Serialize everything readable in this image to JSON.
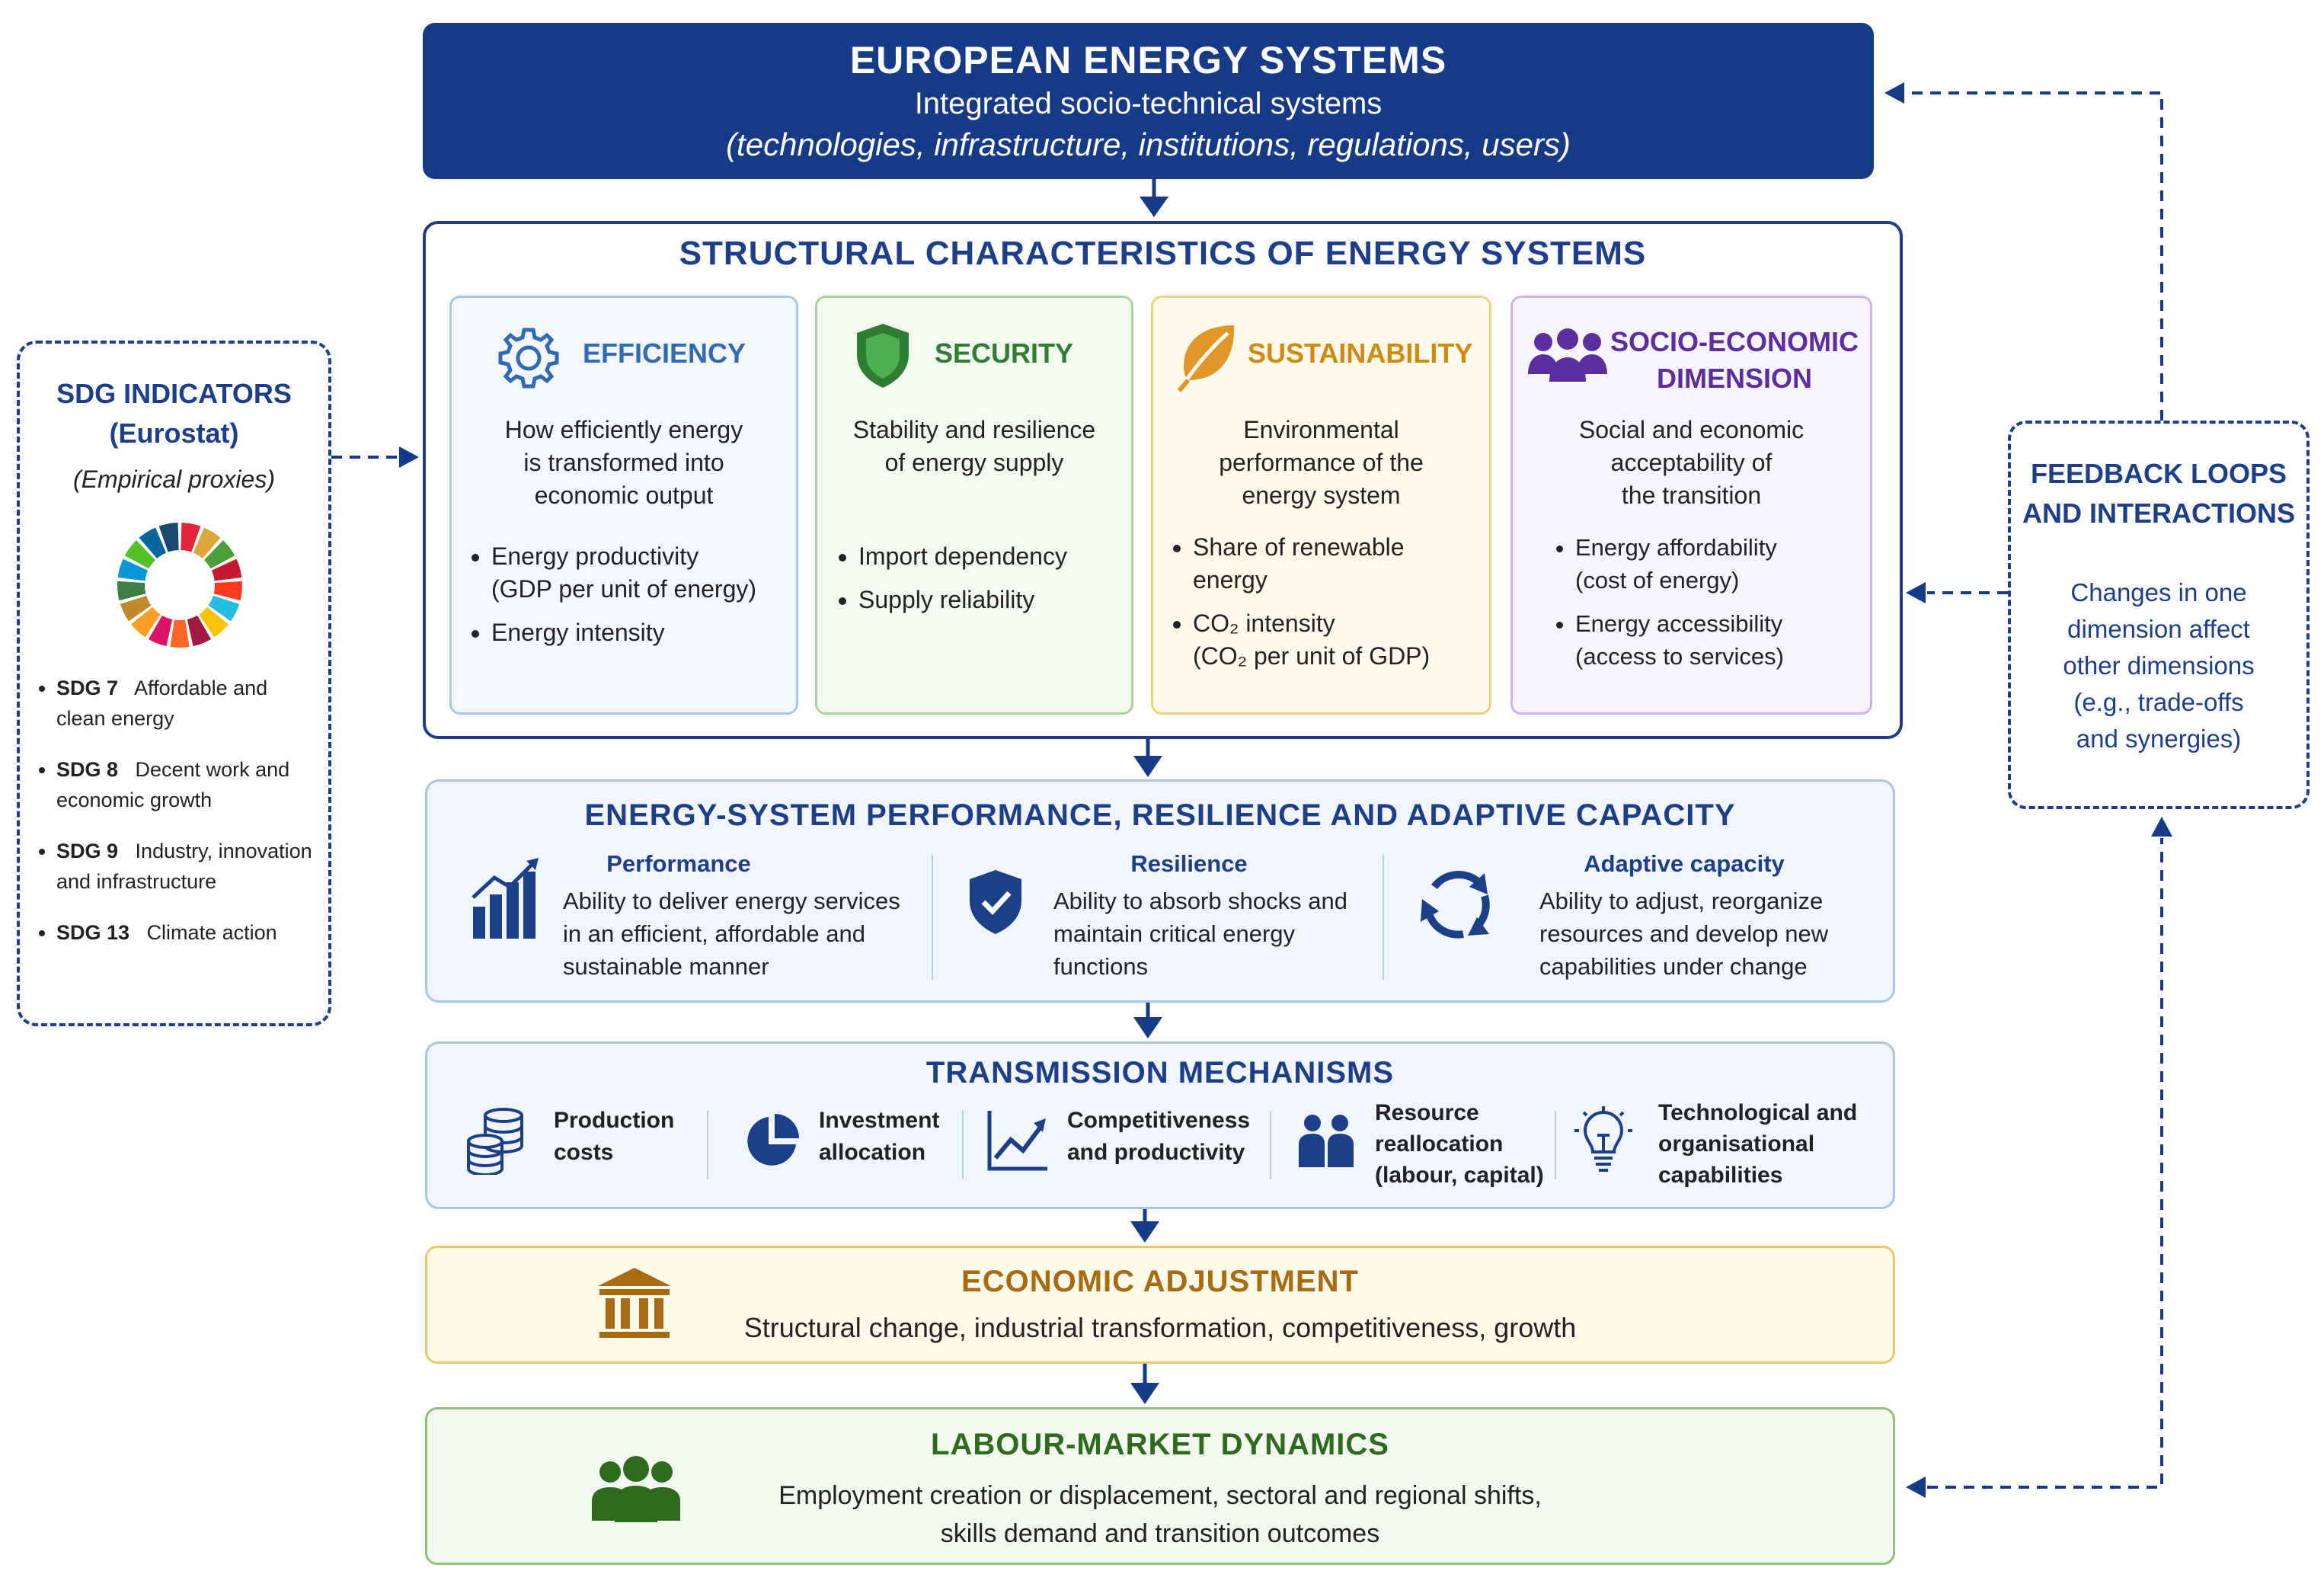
{
  "colors": {
    "navy": "#173a86",
    "efficiency": "#3b78c4",
    "security": "#2e7d32",
    "sustainability": "#d08a12",
    "socio": "#5b2fa0",
    "economic": "#a86a12",
    "labour": "#2e6b1e"
  },
  "top": {
    "title": "EUROPEAN ENERGY SYSTEMS",
    "subtitle": "Integrated socio-technical systems",
    "detail": "(technologies, infrastructure, institutions, regulations, users)"
  },
  "structural": {
    "title": "STRUCTURAL CHARACTERISTICS OF ENERGY SYSTEMS",
    "cards": [
      {
        "title": "EFFICIENCY",
        "icon": "gear-icon",
        "desc": [
          "How efficiently energy",
          "is transformed into",
          "economic output"
        ],
        "bullets": [
          [
            "Energy productivity",
            "(GDP per unit of energy)"
          ],
          [
            "Energy intensity"
          ]
        ]
      },
      {
        "title": "SECURITY",
        "icon": "shield-icon",
        "desc": [
          "Stability and resilience",
          "of energy supply"
        ],
        "bullets": [
          [
            "Import dependency"
          ],
          [
            "Supply reliability"
          ]
        ]
      },
      {
        "title": "SUSTAINABILITY",
        "icon": "leaf-icon",
        "desc": [
          "Environmental",
          "performance of the",
          "energy system"
        ],
        "bullets": [
          [
            "Share of renewable",
            "energy"
          ],
          [
            "CO₂ intensity",
            "(CO₂ per unit of GDP)"
          ]
        ]
      },
      {
        "title": [
          "SOCIO-ECONOMIC",
          "DIMENSION"
        ],
        "icon": "people-icon",
        "desc": [
          "Social and economic",
          "acceptability of",
          "the transition"
        ],
        "bullets": [
          [
            "Energy affordability",
            "(cost of energy)"
          ],
          [
            "Energy accessibility",
            "(access to services)"
          ]
        ]
      }
    ]
  },
  "sdg": {
    "title": [
      "SDG INDICATORS",
      "(Eurostat)"
    ],
    "subtitle": "(Empirical proxies)",
    "items": [
      {
        "code": "SDG 7",
        "label": [
          "Affordable and",
          "clean energy"
        ]
      },
      {
        "code": "SDG 8",
        "label": [
          "Decent work and",
          "economic growth"
        ]
      },
      {
        "code": "SDG 9",
        "label": [
          "Industry, innovation",
          "and infrastructure"
        ]
      },
      {
        "code": "SDG 13",
        "label": [
          "Climate action"
        ]
      }
    ],
    "wheel_colors": [
      "#e5243b",
      "#dda63a",
      "#4c9f38",
      "#c5192d",
      "#ff3a21",
      "#26bde2",
      "#fcc30b",
      "#a21942",
      "#fd6925",
      "#dd1367",
      "#fd9d24",
      "#bf8b2e",
      "#3f7e44",
      "#0a97d9",
      "#56c02b",
      "#00689d",
      "#19486a"
    ]
  },
  "feedback": {
    "title": [
      "FEEDBACK LOOPS",
      "AND INTERACTIONS"
    ],
    "desc": [
      "Changes in one",
      "dimension affect",
      "other dimensions",
      "(e.g., trade-offs",
      "and synergies)"
    ]
  },
  "performance": {
    "title": "ENERGY-SYSTEM PERFORMANCE, RESILIENCE AND ADAPTIVE CAPACITY",
    "columns": [
      {
        "title": "Performance",
        "icon": "bar-chart-icon",
        "desc": [
          "Ability to deliver energy services",
          "in an efficient, affordable and",
          "sustainable manner"
        ]
      },
      {
        "title": "Resilience",
        "icon": "shield-check-icon",
        "desc": [
          "Ability to absorb shocks and",
          "maintain critical energy",
          "functions"
        ]
      },
      {
        "title": "Adaptive capacity",
        "icon": "refresh-icon",
        "desc": [
          "Ability to adjust, reorganize",
          "resources and develop new",
          "capabilities under change"
        ]
      }
    ]
  },
  "transmission": {
    "title": "TRANSMISSION MECHANISMS",
    "items": [
      {
        "icon": "coins-icon",
        "label": [
          "Production",
          "costs"
        ]
      },
      {
        "icon": "pie-chart-icon",
        "label": [
          "Investment",
          "allocation"
        ]
      },
      {
        "icon": "trend-chart-icon",
        "label": [
          "Competitiveness",
          "and productivity"
        ]
      },
      {
        "icon": "workers-icon",
        "label": [
          "Resource",
          "reallocation",
          "(labour, capital)"
        ]
      },
      {
        "icon": "lightbulb-icon",
        "label": [
          "Technological and",
          "organisational",
          "capabilities"
        ]
      }
    ]
  },
  "economic": {
    "title": "ECONOMIC ADJUSTMENT",
    "icon": "bank-icon",
    "desc": "Structural change, industrial transformation, competitiveness, growth"
  },
  "labour": {
    "title": "LABOUR-MARKET DYNAMICS",
    "icon": "group-icon",
    "desc": [
      "Employment creation or displacement, sectoral and regional shifts,",
      "skills demand and transition outcomes"
    ]
  }
}
